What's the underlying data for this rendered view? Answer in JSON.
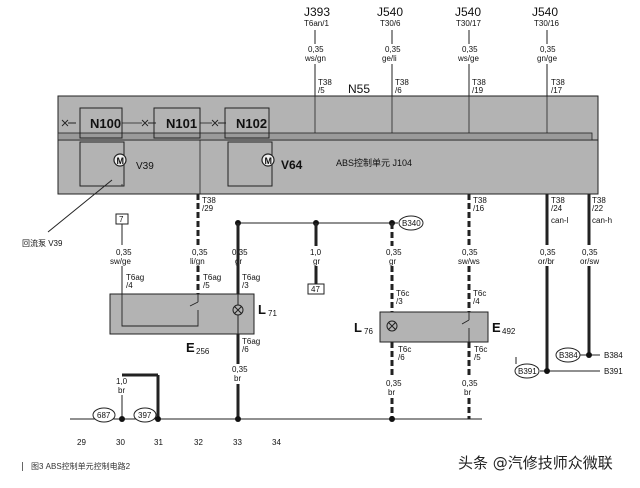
{
  "connectors": [
    {
      "ref": "J393",
      "sub": "T6an/1",
      "size": "0,35",
      "color": "ws/gn",
      "pin": "T38",
      "pinsub": "/5"
    },
    {
      "ref": "J540",
      "sub": "T30/6",
      "size": "0,35",
      "color": "ge/li",
      "pin": "T38",
      "pinsub": "/6"
    },
    {
      "ref": "J540",
      "sub": "T30/17",
      "size": "0,35",
      "color": "ws/ge",
      "pin": "T38",
      "pinsub": "/19"
    },
    {
      "ref": "J540",
      "sub": "T30/16",
      "size": "0,35",
      "color": "gn/ge",
      "pin": "T38",
      "pinsub": "/17"
    }
  ],
  "module": {
    "n55": "N55",
    "valves": [
      "N100",
      "N101",
      "N102"
    ],
    "motor": "V39",
    "motor2": "V64",
    "title": "ABS控制单元 J104"
  },
  "pump_label": "回流泵 V39",
  "bottom_pins": [
    {
      "pin": "T38",
      "sub": "/29",
      "size": "0,35",
      "color": "li/gn"
    },
    {
      "pin": "T38",
      "sub": "/16",
      "size": "0,35",
      "color": "sw/ws"
    },
    {
      "pin": "T38",
      "sub": "/24",
      "size": "0,35",
      "color": "or/br",
      "extra": "can-l"
    },
    {
      "pin": "T38",
      "sub": "/22",
      "size": "0,35",
      "color": "or/sw",
      "extra": "can-h"
    }
  ],
  "left_box": {
    "ref7": "7",
    "w1": {
      "size": "0,35",
      "color": "sw/ge",
      "pin": "T6ag",
      "sub": "/4"
    },
    "w2": {
      "size": "0,35",
      "color": "li/gn",
      "pin": "T6ag",
      "sub": "/5"
    },
    "w3": {
      "size": "0,35",
      "color": "gr",
      "pin": "T6ag",
      "sub": "/3"
    },
    "label_L": "L",
    "label_L_sub": "71",
    "label_E": "E",
    "label_E_sub": "256",
    "out": {
      "pin": "T6ag",
      "sub": "/6",
      "size": "0,35",
      "color": "br"
    }
  },
  "mid_wire": {
    "size": "1,0",
    "color": "gr",
    "ref": "47"
  },
  "right_box": {
    "b340": "B340",
    "w_gr": {
      "size": "0,35",
      "color": "gr"
    },
    "w_swws": {
      "size": "0,35",
      "color": "sw/ws"
    },
    "pin1": {
      "pin": "T6c",
      "sub": "/3"
    },
    "pin2": {
      "pin": "T6c",
      "sub": "/4"
    },
    "label_L": "L",
    "label_L_sub": "76",
    "label_E": "E",
    "label_E_sub": "492",
    "out1": {
      "pin": "T6c",
      "sub": "/6",
      "size": "0,35",
      "color": "br"
    },
    "out2": {
      "pin": "T6c",
      "sub": "/5",
      "size": "0,35",
      "color": "br"
    }
  },
  "can": {
    "b384": "B384",
    "b391": "B391",
    "label384": "B384",
    "label391": "B391"
  },
  "ground": {
    "size": "1,0",
    "color": "br",
    "ref687": "687",
    "ref397": "397"
  },
  "scale": [
    "29",
    "30",
    "31",
    "32",
    "33",
    "34"
  ],
  "caption": "图3  ABS控制单元控制电路2",
  "watermark": "头条 @汽修技师众微联"
}
